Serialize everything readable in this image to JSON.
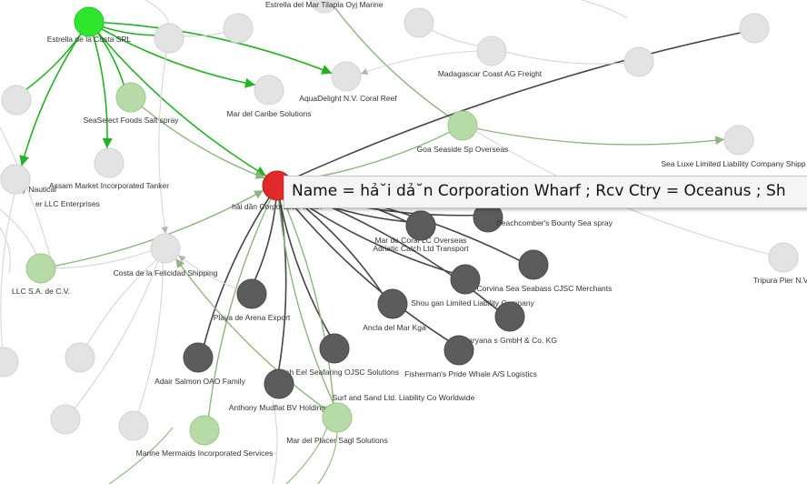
{
  "colors": {
    "hub": "#2ee62e",
    "focus": "#e02a2a",
    "neighbor": "#5c5c5c",
    "related": "#b7dba7",
    "faded": "#e3e3e3",
    "edge_green": "#22b322",
    "edge_dark": "#454545",
    "edge_sage": "#8fb57f",
    "edge_faint": "#d6d6d6"
  },
  "tooltip": {
    "text": "Name = hả˘i dả˘n Corporation Wharf ; Rcv Ctry = Oceanus ; Sh"
  },
  "nodes": [
    {
      "id": "estrella-costa",
      "label": "Estrella de la Costa SRL",
      "kind": "hub"
    },
    {
      "id": "hai-dan",
      "label": "hải dần Corporation Wharf",
      "kind": "focus"
    },
    {
      "id": "estrella-mar",
      "label": "Estrella del Mar Tilapia Oyj Marine",
      "kind": "faded"
    },
    {
      "id": "aquadelight",
      "label": "AquaDelight N.V. Coral Reef",
      "kind": "faded"
    },
    {
      "id": "madagascar",
      "label": "Madagascar Coast  AG Freight",
      "kind": "faded"
    },
    {
      "id": "mar-caribe",
      "label": "Mar del Caribe Solutions",
      "kind": "faded"
    },
    {
      "id": "seaselect",
      "label": "SeaSelect Foods Salt spray",
      "kind": "related"
    },
    {
      "id": "goa",
      "label": "Goa   Seaside Sp Overseas",
      "kind": "related"
    },
    {
      "id": "sea-luxe",
      "label": "Sea Luxe Limited Liability Company Shipp",
      "kind": "faded"
    },
    {
      "id": "nautical",
      "label": "ny Nautical",
      "kind": "faded"
    },
    {
      "id": "assam",
      "label": "Assam  Market Incorporated Tanker",
      "kind": "faded"
    },
    {
      "id": "er-llc",
      "label": "er LLC Enterprises",
      "kind": "faded"
    },
    {
      "id": "beachcomber",
      "label": "Beachcomber's Bounty Sea spray",
      "kind": "neighbor"
    },
    {
      "id": "mar-coral",
      "label": "Mar de Coral LC Overseas",
      "kind": "neighbor"
    },
    {
      "id": "adriatic",
      "label": "Adriatic Catch Ltd Transport",
      "kind": "neighbor"
    },
    {
      "id": "costa-felicidad",
      "label": "Costa de la Felicidad Shipping",
      "kind": "faded"
    },
    {
      "id": "llc-sa",
      "label": "LLC S.A. de C.V.",
      "kind": "related"
    },
    {
      "id": "tripura",
      "label": "Tripura  Pier N.V. Sc",
      "kind": "faded"
    },
    {
      "id": "corvina",
      "label": "Corvina Sea  Seabass CJSC Merchants",
      "kind": "neighbor"
    },
    {
      "id": "shou-gan",
      "label": "Shou gan  Limited Liability Company",
      "kind": "neighbor"
    },
    {
      "id": "playa-arena",
      "label": "Playa de Arena Export",
      "kind": "neighbor"
    },
    {
      "id": "ancla",
      "label": "Ancla del Mar Kga",
      "kind": "neighbor"
    },
    {
      "id": "haryana",
      "label": "Haryana s GmbH & Co. KG",
      "kind": "neighbor"
    },
    {
      "id": "adair",
      "label": "Adair Salmon OAO Family",
      "kind": "neighbor"
    },
    {
      "id": "dutch-eel",
      "label": "Dutch Eel Seafaring OJSC Solutions",
      "kind": "neighbor"
    },
    {
      "id": "fishermans",
      "label": "Fisherman's Pride Whale A/S Logistics",
      "kind": "neighbor"
    },
    {
      "id": "anthony",
      "label": "Anthony Mudflat BV Holdings",
      "kind": "neighbor"
    },
    {
      "id": "surf-sand",
      "label": "Surf and Sand Ltd. Liability Co Worldwide",
      "kind": "related"
    },
    {
      "id": "marine-mermaids",
      "label": "Marine Mermaids Incorporated Services",
      "kind": "related"
    },
    {
      "id": "mar-placer",
      "label": "Mar del Placer Sagl Solutions",
      "kind": "related"
    },
    {
      "id": "f1",
      "label": "",
      "kind": "faded"
    },
    {
      "id": "f2",
      "label": "",
      "kind": "faded"
    },
    {
      "id": "f3",
      "label": "",
      "kind": "faded"
    },
    {
      "id": "f4",
      "label": "",
      "kind": "faded"
    },
    {
      "id": "f5",
      "label": "",
      "kind": "faded"
    },
    {
      "id": "f6",
      "label": "",
      "kind": "faded"
    },
    {
      "id": "f7",
      "label": "",
      "kind": "faded"
    },
    {
      "id": "f8",
      "label": "",
      "kind": "faded"
    },
    {
      "id": "f9",
      "label": "",
      "kind": "faded"
    },
    {
      "id": "f10",
      "label": "",
      "kind": "faded"
    }
  ],
  "edges": [
    {
      "source": "estrella-costa",
      "target": "hai-dan",
      "style": "green",
      "arrow": true
    },
    {
      "source": "estrella-costa",
      "target": "aquadelight",
      "style": "green",
      "arrow": true
    },
    {
      "source": "estrella-costa",
      "target": "mar-caribe",
      "style": "green",
      "arrow": true
    },
    {
      "source": "estrella-costa",
      "target": "assam",
      "style": "green",
      "arrow": true
    },
    {
      "source": "estrella-costa",
      "target": "nautical",
      "style": "green",
      "arrow": true
    },
    {
      "source": "estrella-costa",
      "target": "seaselect",
      "style": "green",
      "arrow": false
    },
    {
      "source": "estrella-costa",
      "target": "f1",
      "style": "green",
      "arrow": false
    },
    {
      "source": "estrella-costa",
      "target": "f5",
      "style": "green",
      "arrow": false
    },
    {
      "source": "seaselect",
      "target": "hai-dan",
      "style": "sage",
      "arrow": true
    },
    {
      "source": "goa",
      "target": "hai-dan",
      "style": "sage",
      "arrow": false
    },
    {
      "source": "goa",
      "target": "sea-luxe",
      "style": "sage",
      "arrow": true
    },
    {
      "source": "goa",
      "target": "estrella-mar",
      "style": "sage",
      "arrow": false
    },
    {
      "source": "llc-sa",
      "target": "hai-dan",
      "style": "sage",
      "arrow": true
    },
    {
      "source": "hai-dan",
      "target": "playa-arena",
      "style": "dark",
      "arrow": false
    },
    {
      "source": "hai-dan",
      "target": "adair",
      "style": "dark",
      "arrow": false
    },
    {
      "source": "hai-dan",
      "target": "anthony",
      "style": "dark",
      "arrow": false
    },
    {
      "source": "hai-dan",
      "target": "dutch-eel",
      "style": "dark",
      "arrow": false
    },
    {
      "source": "hai-dan",
      "target": "ancla",
      "style": "dark",
      "arrow": false
    },
    {
      "source": "hai-dan",
      "target": "fishermans",
      "style": "dark",
      "arrow": false
    },
    {
      "source": "hai-dan",
      "target": "haryana",
      "style": "dark",
      "arrow": false
    },
    {
      "source": "hai-dan",
      "target": "shou-gan",
      "style": "dark",
      "arrow": false
    },
    {
      "source": "hai-dan",
      "target": "corvina",
      "style": "dark",
      "arrow": false
    },
    {
      "source": "hai-dan",
      "target": "adriatic",
      "style": "dark",
      "arrow": false
    },
    {
      "source": "hai-dan",
      "target": "mar-coral",
      "style": "dark",
      "arrow": false
    },
    {
      "source": "hai-dan",
      "target": "beachcomber",
      "style": "dark",
      "arrow": false
    },
    {
      "source": "hai-dan",
      "target": "f10",
      "style": "dark",
      "arrow": false
    },
    {
      "source": "hai-dan",
      "target": "marine-mermaids",
      "style": "sage",
      "arrow": false
    },
    {
      "source": "hai-dan",
      "target": "surf-sand",
      "style": "sage",
      "arrow": false
    },
    {
      "source": "hai-dan",
      "target": "mar-placer",
      "style": "sage",
      "arrow": false
    },
    {
      "source": "surf-sand",
      "target": "costa-felicidad",
      "style": "sage",
      "arrow": true
    },
    {
      "source": "madagascar",
      "target": "aquadelight",
      "style": "faint",
      "arrow": true
    },
    {
      "source": "f4",
      "target": "madagascar",
      "style": "faint",
      "arrow": false
    },
    {
      "source": "f3",
      "target": "madagascar",
      "style": "faint",
      "arrow": false
    },
    {
      "source": "f2",
      "target": "f1",
      "style": "faint",
      "arrow": false
    },
    {
      "source": "f1",
      "target": "costa-felicidad",
      "style": "faint",
      "arrow": true
    },
    {
      "source": "playa-arena",
      "target": "costa-felicidad",
      "style": "faint",
      "arrow": true
    },
    {
      "source": "f8",
      "target": "costa-felicidad",
      "style": "faint",
      "arrow": false
    },
    {
      "source": "f7",
      "target": "costa-felicidad",
      "style": "faint",
      "arrow": false
    },
    {
      "source": "llc-sa",
      "target": "costa-felicidad",
      "style": "faint",
      "arrow": false
    },
    {
      "source": "f6",
      "target": "er-llc",
      "style": "faint",
      "arrow": false
    },
    {
      "source": "f9",
      "target": "costa-felicidad",
      "style": "faint",
      "arrow": false
    },
    {
      "source": "tripura",
      "target": "goa",
      "style": "faint",
      "arrow": false
    }
  ]
}
